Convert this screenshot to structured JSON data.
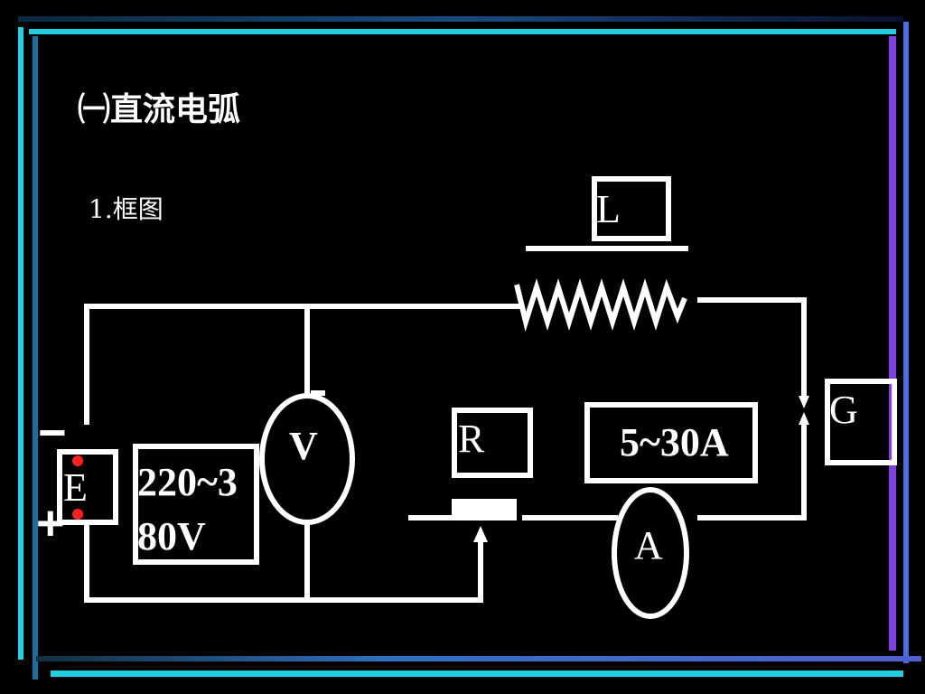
{
  "slide": {
    "title": "㈠直流电弧",
    "subtitle": "1.框图"
  },
  "diagram": {
    "labels": {
      "inductor": "L",
      "voltmeter": "V",
      "resistor": "R",
      "current_range": "5~30A",
      "gap": "G",
      "source": "E",
      "voltage_line1": "220~3",
      "voltage_line2": "80V",
      "ammeter": "A",
      "minus": "−",
      "plus": "+"
    },
    "colors": {
      "background": "#000000",
      "line": "#ffffff",
      "terminal_dot": "#ff2020",
      "frame_cyan": "#20d0e0",
      "frame_blue": "#4a6ee0",
      "frame_purple": "#8040e0"
    }
  }
}
